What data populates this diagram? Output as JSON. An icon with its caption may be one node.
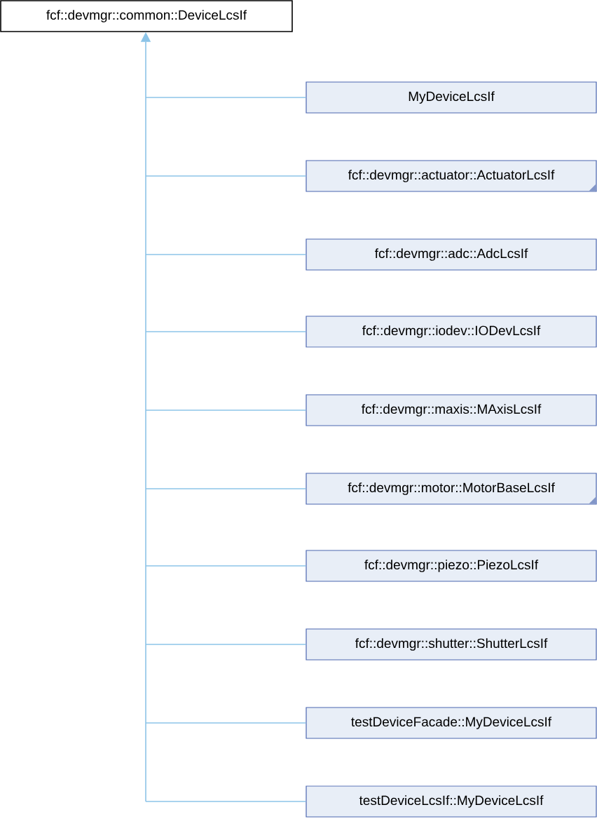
{
  "diagram": {
    "nodes": [
      {
        "text": [
          "fcf::devmgr::common::DeviceLcsIf"
        ]
      },
      {
        "text": [
          "MyDeviceLcsIf"
        ]
      },
      {
        "text": [
          "fcf::devmgr::actuator::ActuatorLcsIf"
        ]
      },
      {
        "text": [
          "fcf::devmgr::adc::AdcLcsIf"
        ]
      },
      {
        "text": [
          "fcf::devmgr::iodev::IODevLcsIf"
        ]
      },
      {
        "text": [
          "fcf::devmgr::maxis::MAxisLcsIf"
        ]
      },
      {
        "text": [
          "fcf::devmgr::motor::MotorBaseLcsIf"
        ]
      },
      {
        "text": [
          "fcf::devmgr::piezo::PiezoLcsIf"
        ]
      },
      {
        "text": [
          "fcf::devmgr::shutter::ShutterLcsIf"
        ]
      },
      {
        "text": [
          "testDeviceFacade::MyDeviceLcsIf"
        ]
      },
      {
        "text": [
          "testDeviceLcsIf::MyDeviceLcsIf"
        ]
      }
    ],
    "edges": [
      {
        "from": 1,
        "to": 0,
        "arrow": "to"
      },
      {
        "from": 2,
        "to": 0,
        "arrow": "to"
      },
      {
        "from": 3,
        "to": 0,
        "arrow": "to"
      },
      {
        "from": 4,
        "to": 0,
        "arrow": "to"
      },
      {
        "from": 5,
        "to": 0,
        "arrow": "to"
      },
      {
        "from": 6,
        "to": 0,
        "arrow": "to"
      },
      {
        "from": 7,
        "to": 0,
        "arrow": "to"
      },
      {
        "from": 8,
        "to": 0,
        "arrow": "to"
      },
      {
        "from": 9,
        "to": 0,
        "arrow": "to"
      },
      {
        "from": 10,
        "to": 0,
        "arrow": "to"
      }
    ]
  }
}
